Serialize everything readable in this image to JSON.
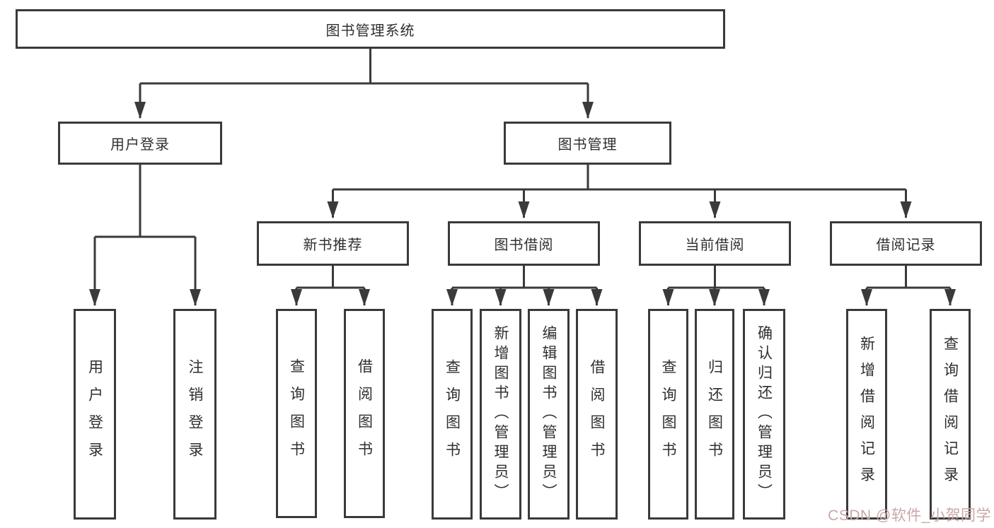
{
  "diagram_title": "图书管理系统",
  "tree": {
    "root": "图书管理系统",
    "children": [
      {
        "label": "用户登录",
        "children": [
          "用户登录",
          "注销登录"
        ]
      },
      {
        "label": "图书管理",
        "children": [
          {
            "label": "新书推荐",
            "children": [
              "查询图书",
              "借阅图书"
            ]
          },
          {
            "label": "图书借阅",
            "children": [
              "查询图书",
              "新增图书（管理员）",
              "编辑图书（管理员）",
              "借阅图书"
            ]
          },
          {
            "label": "当前借阅",
            "children": [
              "查询图书",
              "归还图书",
              "确认归还（管理员）"
            ]
          },
          {
            "label": "借阅记录",
            "children": [
              "新增借阅记录",
              "查询借阅记录"
            ]
          }
        ]
      }
    ]
  },
  "watermark": {
    "text": "CSDN @软件_小贺同学",
    "color": "#c9a7a7"
  },
  "colors": {
    "line": "#3a3a3a",
    "text": "#2f2f2f",
    "background": "#ffffff"
  }
}
